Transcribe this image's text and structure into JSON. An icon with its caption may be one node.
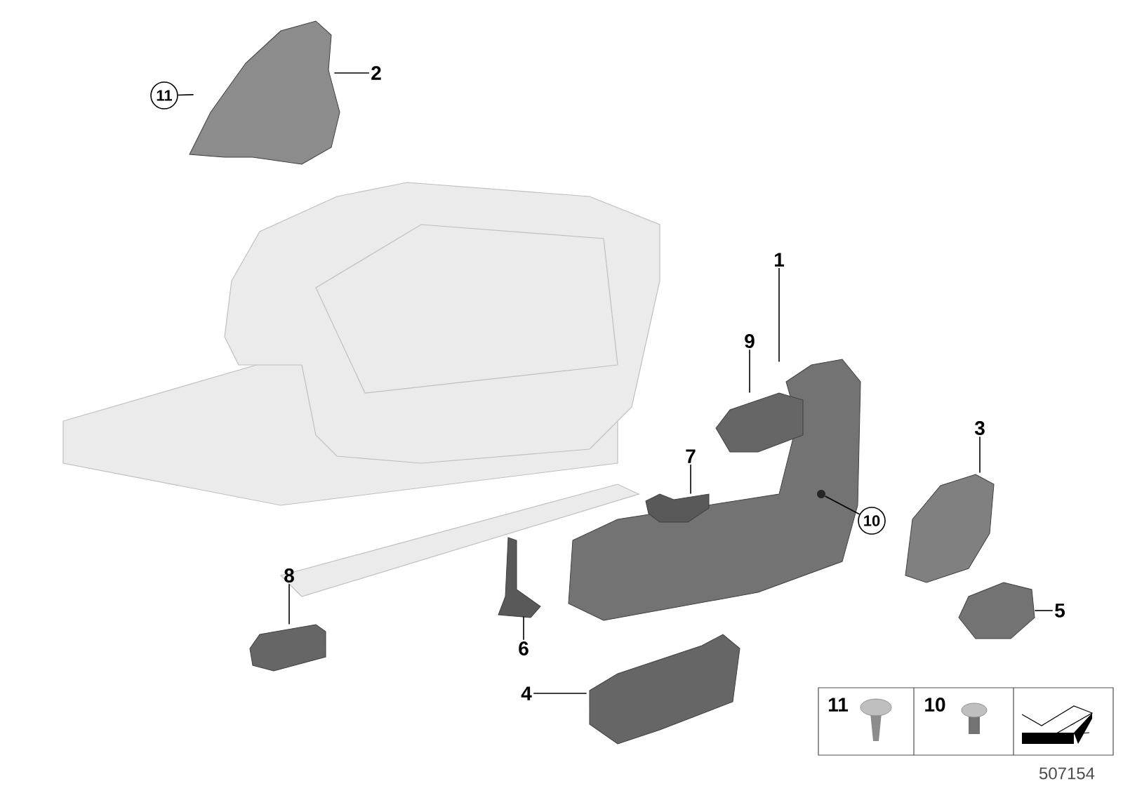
{
  "diagram": {
    "nodes": [
      {
        "text": [
          "11"
        ]
      },
      {
        "text": [],
        "shape": "picture"
      },
      {
        "text": [
          "2"
        ]
      },
      {
        "text": [
          "1"
        ]
      },
      {
        "text": [],
        "shape": "picture"
      },
      {
        "text": [],
        "shape": "circle",
        "in": 4
      },
      {
        "text": [
          "9"
        ]
      },
      {
        "text": [],
        "shape": "picture"
      },
      {
        "text": [
          "3"
        ]
      },
      {
        "text": [],
        "shape": "picture"
      },
      {
        "text": [
          "7"
        ]
      },
      {
        "text": [],
        "shape": "picture"
      },
      {
        "text": [
          "10"
        ]
      },
      {
        "text": [
          "8"
        ]
      },
      {
        "text": [],
        "shape": "picture"
      },
      {
        "text": [
          "6"
        ]
      },
      {
        "text": [],
        "shape": "picture"
      },
      {
        "text": [
          "5"
        ]
      },
      {
        "text": [],
        "shape": "picture"
      },
      {
        "text": [
          "4"
        ]
      },
      {
        "text": [],
        "shape": "picture"
      }
    ],
    "edges": [
      {
        "from": 0,
        "to": 1,
        "arrow": "none"
      },
      {
        "from": 2,
        "to": 1,
        "arrow": "none"
      },
      {
        "from": 3,
        "to": 4,
        "arrow": "none"
      },
      {
        "from": 6,
        "to": 7,
        "arrow": "none"
      },
      {
        "from": 8,
        "to": 9,
        "arrow": "none"
      },
      {
        "from": 10,
        "to": 11,
        "arrow": "none"
      },
      {
        "from": 12,
        "to": 5,
        "arrow": "none"
      },
      {
        "from": 13,
        "to": 14,
        "arrow": "none"
      },
      {
        "from": 15,
        "to": 16,
        "arrow": "none"
      },
      {
        "from": 17,
        "to": 18,
        "arrow": "none"
      },
      {
        "from": 19,
        "to": 20,
        "arrow": "none"
      }
    ],
    "labels": [
      "11",
      "10",
      "507154"
    ]
  }
}
